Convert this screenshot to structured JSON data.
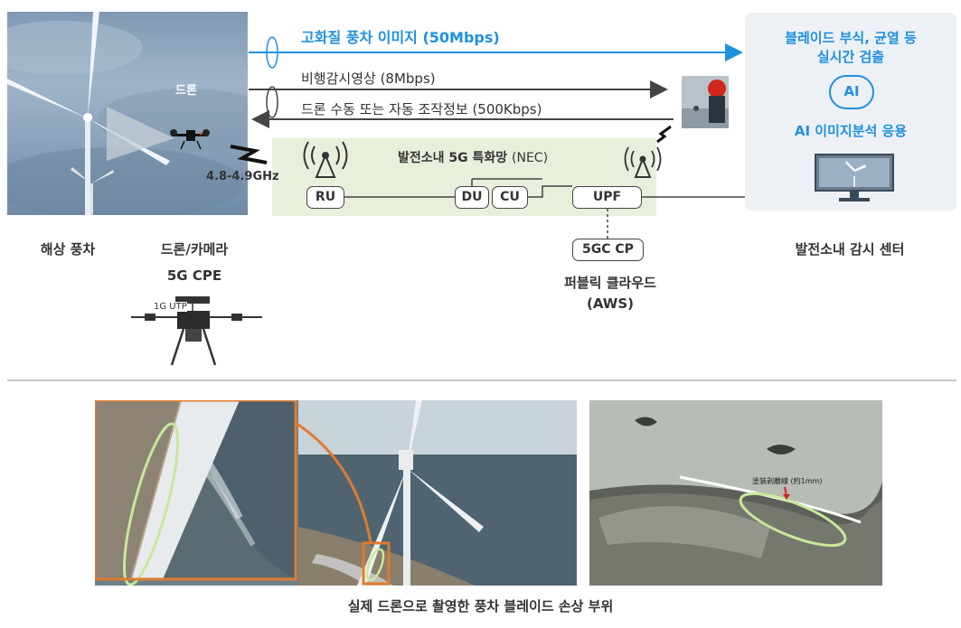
{
  "links": {
    "hq_image": "고화질 풍차 이미지 (50Mbps)",
    "flight_video": "비행감시영상 (8Mbps)",
    "control_info": "드론 수동 또는 자동 조작정보 (500Kbps)",
    "frequency": "4.8-4.9GHz"
  },
  "drone_photo_label": "드론",
  "network": {
    "title": "발전소내 5G 특화망",
    "vendor": "(NEC)",
    "nodes": {
      "ru": "RU",
      "du": "DU",
      "cu": "CU",
      "upf": "UPF",
      "cp": "5GC CP"
    }
  },
  "center": {
    "detect_line1": "블레이드 부식, 균열 등",
    "detect_line2": "실시간 검출",
    "ai_badge": "AI",
    "app": "AI 이미지분석 응용"
  },
  "captions": {
    "turbine": "해상 풍차",
    "drone_camera": "드론/카메라",
    "cpe": "5G CPE",
    "utp": "1G UTP",
    "cloud1": "퍼블릭 클라우드",
    "cloud2": "(AWS)",
    "center": "발전소내 감시 센터"
  },
  "blade_annotation": "塗装剥離線 (約1mm)",
  "bottom_caption": "실제 드론으로 촬영한 풍차 블레이드 손상 부위",
  "colors": {
    "accent_blue": "#1e90e0",
    "band_green": "#e8f0dc",
    "highlight_green": "#c8e89a",
    "orange": "#e07b2f"
  }
}
